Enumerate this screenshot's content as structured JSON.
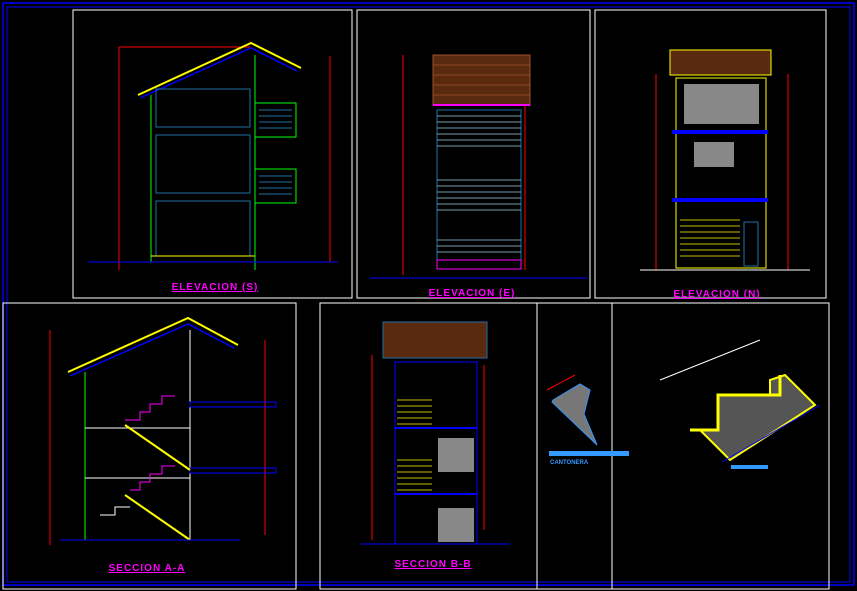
{
  "drawing": {
    "views": [
      {
        "id": "elev-s",
        "title": "ELEVACION (S)"
      },
      {
        "id": "elev-e",
        "title": "ELEVACION (E)"
      },
      {
        "id": "elev-n",
        "title": "ELEVACION (N)"
      },
      {
        "id": "sec-aa",
        "title": "SECCION A-A"
      },
      {
        "id": "sec-bb",
        "title": "SECCION B-B"
      }
    ],
    "details": [
      {
        "id": "cantonera",
        "title": "CANTONERA"
      }
    ]
  },
  "colors": {
    "background": "#000000",
    "frame": "#ffffff",
    "border": "#0000ff",
    "title": "#ff00ff",
    "dimension": "#ff0000",
    "roof": "#ffff00",
    "wall": "#00ff00",
    "panel": "#1f6f9f",
    "tile": "#a0522d"
  }
}
